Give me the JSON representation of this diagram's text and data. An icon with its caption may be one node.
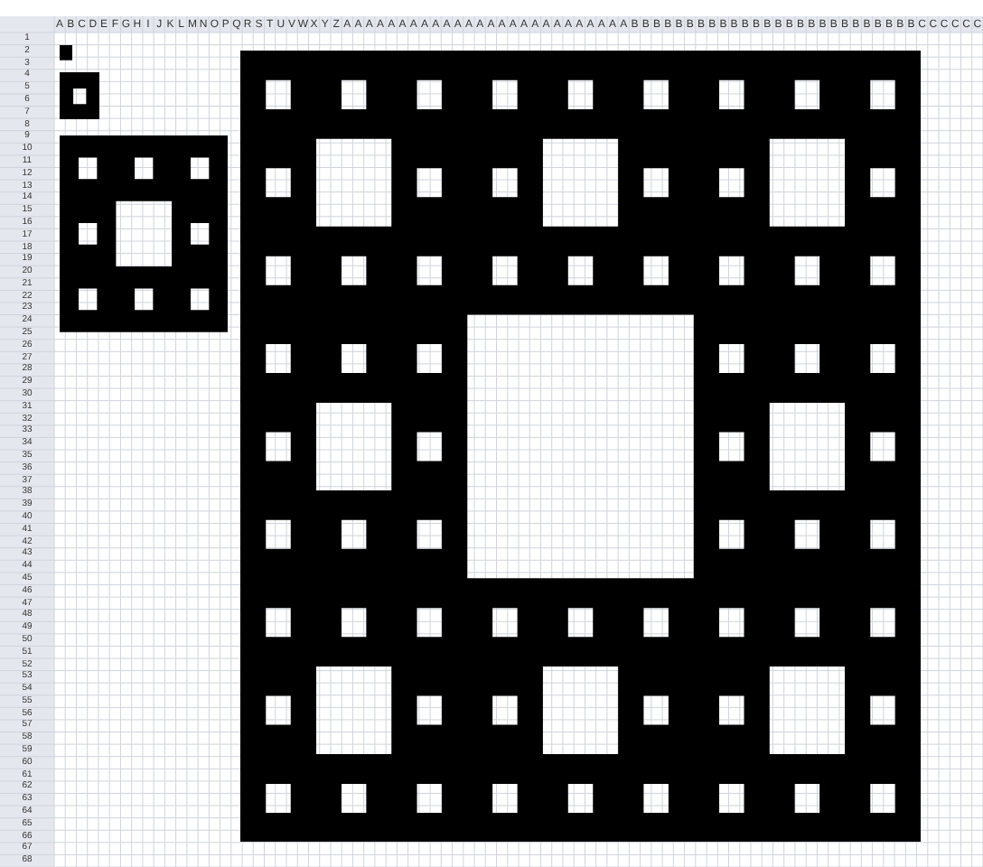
{
  "diagram": {
    "labels": [
      "A",
      "B",
      "C",
      "D",
      "E",
      "F",
      "G",
      "H",
      "I",
      "J",
      "K",
      "L",
      "M",
      "N",
      "O",
      "P",
      "Q",
      "R",
      "S",
      "T",
      "U",
      "V",
      "W",
      "X",
      "Y",
      "Z",
      "A",
      "A",
      "A",
      "A",
      "A",
      "A",
      "A",
      "A",
      "A",
      "A",
      "A",
      "A",
      "A",
      "A",
      "A",
      "A",
      "A",
      "A",
      "A",
      "A",
      "A",
      "A",
      "A",
      "A",
      "A",
      "A",
      "B",
      "B",
      "B",
      "B",
      "B",
      "B",
      "B",
      "B",
      "B",
      "B",
      "B",
      "B",
      "B",
      "B",
      "B",
      "B",
      "B",
      "B",
      "B",
      "B",
      "B",
      "B",
      "B",
      "B",
      "B",
      "B",
      "C",
      "C",
      "C",
      "C",
      "C",
      "C",
      "1",
      "2",
      "3",
      "4",
      "5",
      "6",
      "7",
      "8",
      "9",
      "10",
      "11",
      "12",
      "13",
      "14",
      "15",
      "16",
      "17",
      "18",
      "19",
      "20",
      "21",
      "22",
      "23",
      "24",
      "25",
      "26",
      "27",
      "28",
      "29",
      "30",
      "31",
      "32",
      "33",
      "34",
      "35",
      "36",
      "37",
      "38",
      "39",
      "40",
      "41",
      "42",
      "43",
      "44",
      "45",
      "46",
      "47",
      "48",
      "49",
      "50",
      "51",
      "52",
      "53",
      "54",
      "55",
      "56",
      "57",
      "58",
      "59",
      "60",
      "61",
      "62",
      "63",
      "64",
      "65",
      "66",
      "67",
      "68"
    ]
  }
}
